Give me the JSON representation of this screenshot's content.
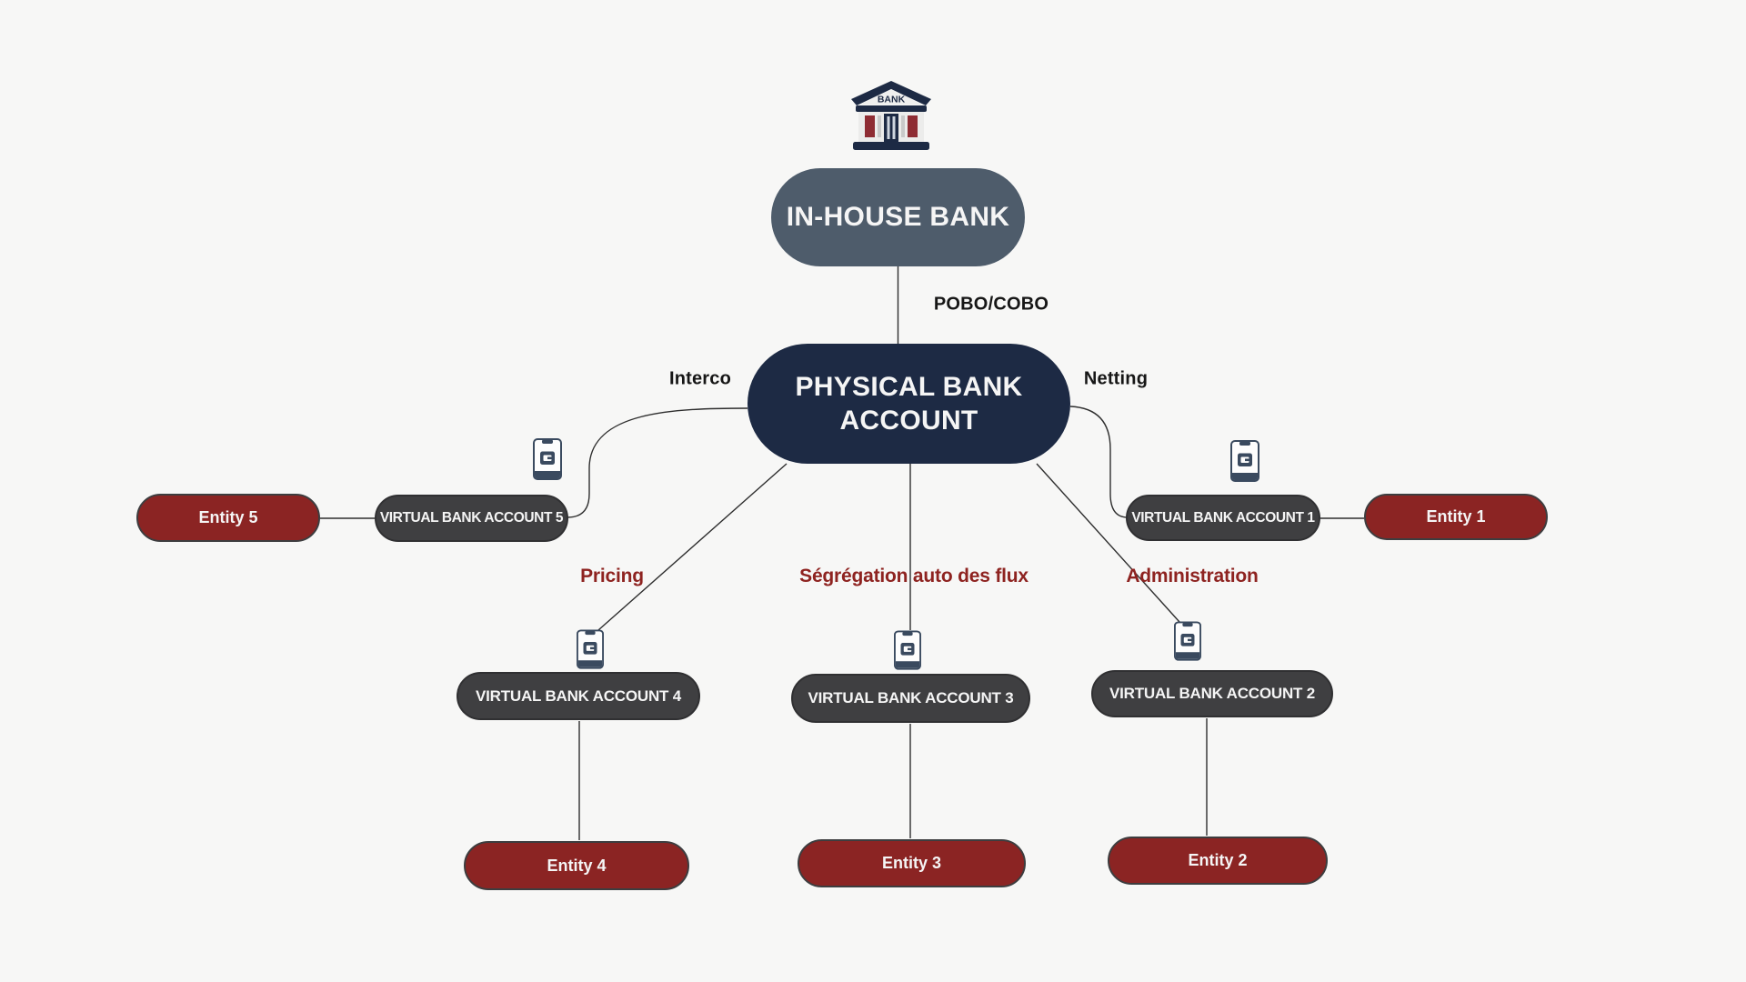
{
  "canvas": {
    "background": "#f7f7f6"
  },
  "bank_icon": {
    "label": "BANK"
  },
  "nodes": {
    "in_house_bank": {
      "label": "IN-HOUSE BANK",
      "color": "#4e5c6b"
    },
    "physical_bank_account": {
      "label": "PHYSICAL BANK ACCOUNT",
      "color": "#1d2a44"
    },
    "vba_1": {
      "label": "VIRTUAL BANK ACCOUNT 1",
      "color": "#3f3f41"
    },
    "vba_2": {
      "label": "VIRTUAL BANK ACCOUNT 2",
      "color": "#3f3f41"
    },
    "vba_3": {
      "label": "VIRTUAL BANK ACCOUNT 3",
      "color": "#3f3f41"
    },
    "vba_4": {
      "label": "VIRTUAL BANK ACCOUNT 4",
      "color": "#3f3f41"
    },
    "vba_5": {
      "label": "VIRTUAL BANK ACCOUNT 5",
      "color": "#3f3f41"
    },
    "entity_1": {
      "label": "Entity 1",
      "color": "#8b2423"
    },
    "entity_2": {
      "label": "Entity 2",
      "color": "#8b2423"
    },
    "entity_3": {
      "label": "Entity 3",
      "color": "#8b2423"
    },
    "entity_4": {
      "label": "Entity 4",
      "color": "#8b2423"
    },
    "entity_5": {
      "label": "Entity 5",
      "color": "#8b2423"
    }
  },
  "edge_labels": {
    "pobo_cobo": "POBO/COBO",
    "interco": "Interco",
    "netting": "Netting",
    "pricing": "Pricing",
    "segregation": "Ségrégation auto des flux",
    "administration": "Administration"
  },
  "colors": {
    "label_red": "#8e2320",
    "label_black": "#161616",
    "connector": "#2e2e2e",
    "icon_navy": "#3a4a5f",
    "icon_maroon": "#8e2c33"
  }
}
